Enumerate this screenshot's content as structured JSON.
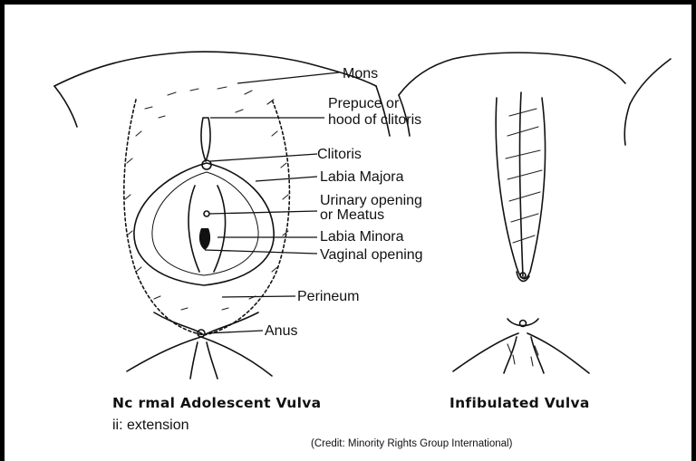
{
  "labels": {
    "mons": "Mons",
    "prepuce_line1": "Prepuce or",
    "prepuce_line2": "hood of clitoris",
    "clitoris": "Clitoris",
    "labia_majora": "Labia Majora",
    "urinary_line1": "Urinary opening",
    "urinary_line2": "or Meatus",
    "labia_minora": "Labia Minora",
    "vaginal_opening": "Vaginal opening",
    "perineum": "Perineum",
    "anus": "Anus"
  },
  "captions": {
    "left_title": "Nc rmal Adolescent Vulva",
    "left_subtitle": "ii: extension",
    "right_title": "Infibulated Vulva",
    "credit": "(Credit: Minority Rights Group International)"
  }
}
